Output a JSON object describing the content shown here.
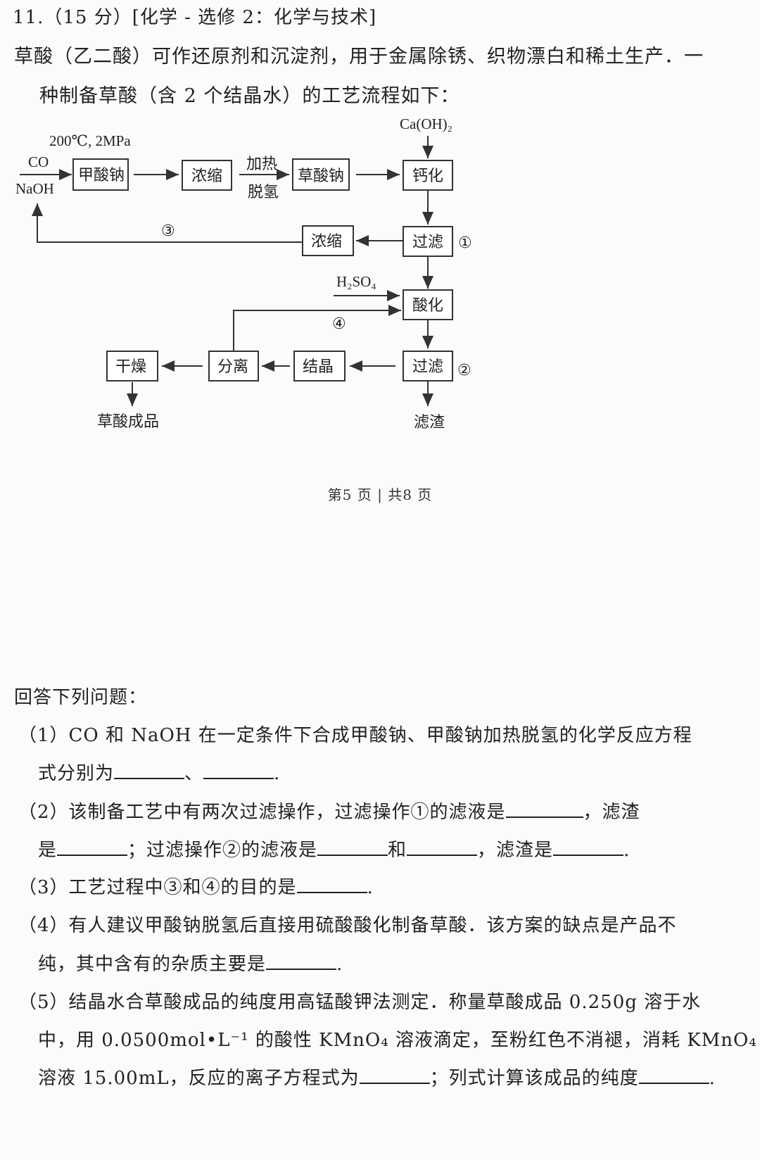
{
  "question": {
    "header": "11.（15 分）[化学 - 选修 2：化学与技术]",
    "intro_line1": "草酸（乙二酸）可作还原剂和沉淀剂，用于金属除锈、织物漂白和稀土生产．一",
    "intro_line2": "种制备草酸（含 2 个结晶水）的工艺流程如下："
  },
  "flow": {
    "conditions": "200℃, 2MPa",
    "reactant_co": "CO",
    "reactant_naoh": "NaOH",
    "box_formate": "甲酸钠",
    "box_concentrate1": "浓缩",
    "heat_label": "加热",
    "dehydro_label": "脱氢",
    "box_oxalate": "草酸钠",
    "caoh2": "Ca(OH)₂",
    "box_calcify": "钙化",
    "box_filter1": "过滤",
    "mark1": "①",
    "box_concentrate2": "浓缩",
    "mark3": "③",
    "h2so4": "H₂SO₄",
    "box_acidify": "酸化",
    "mark4": "④",
    "box_filter2": "过滤",
    "mark2": "②",
    "residue": "滤渣",
    "box_crystal": "结晶",
    "box_separate": "分离",
    "box_dry": "干燥",
    "product": "草酸成品"
  },
  "footer": {
    "page_info": "第5 页 | 共8 页"
  },
  "questions": {
    "lead": "回答下列问题：",
    "q1a": "（1）CO 和 NaOH 在一定条件下合成甲酸钠、甲酸钠加热脱氢的化学反应方程",
    "q1b_pre": "式分别为",
    "q1b_mid": "、",
    "q1b_end": ".",
    "q2a_pre": "（2）该制备工艺中有两次过滤操作，过滤操作①的滤液是",
    "q2a_end": "，滤渣",
    "q2b_pre": "是",
    "q2b_mid1": "；过滤操作②的滤液是",
    "q2b_mid2": "和",
    "q2b_mid3": "，滤渣是",
    "q2b_end": ".",
    "q3_pre": "（3）工艺过程中③和④的目的是",
    "q3_end": ".",
    "q4a": "（4）有人建议甲酸钠脱氢后直接用硫酸酸化制备草酸．该方案的缺点是产品不",
    "q4b_pre": "纯，其中含有的杂质主要是",
    "q4b_end": ".",
    "q5a": "（5）结晶水合草酸成品的纯度用高锰酸钾法测定．称量草酸成品 0.250g 溶于水",
    "q5b": "中，用 0.0500mol•L⁻¹ 的酸性 KMnO₄ 溶液滴定，至粉红色不消褪，消耗 KMnO₄",
    "q5c_pre": "溶液 15.00mL，反应的离子方程式为",
    "q5c_mid": "；列式计算该成品的纯度",
    "q5c_end": "."
  }
}
